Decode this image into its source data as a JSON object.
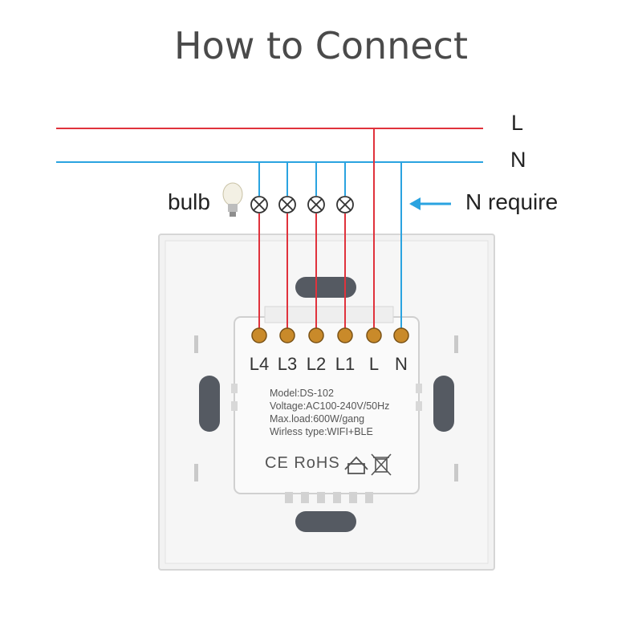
{
  "title": "How to Connect",
  "wires": {
    "live_label": "L",
    "neutral_label": "N"
  },
  "annotations": {
    "bulb": "bulb",
    "n_require": "N require"
  },
  "terminals": [
    "L4",
    "L3",
    "L2",
    "L1",
    "L",
    "N"
  ],
  "specs": {
    "model": "Model:DS-102",
    "voltage": "Voltage:AC100-240V/50Hz",
    "max_load": "Max.load:600W/gang",
    "wireless": "Wirless type:WIFI+BLE"
  },
  "certifications": "CE RoHS",
  "colors": {
    "live": "#e0323c",
    "neutral": "#2aa3e0",
    "arrow": "#2aa3e0"
  },
  "icons": [
    "bulb-icon",
    "lamp-cross-icon",
    "arrow-left-icon",
    "house-icon",
    "weee-bin-icon"
  ]
}
